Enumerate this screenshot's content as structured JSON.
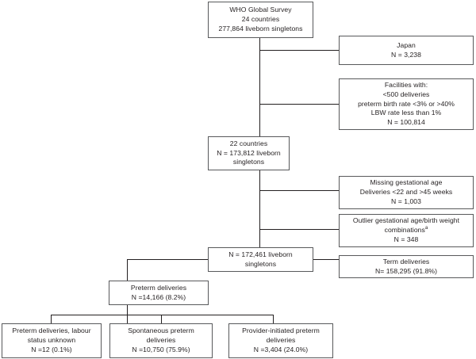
{
  "diagram": {
    "type": "study-flow-diagram",
    "title": "WHO Global Survey participant flow",
    "line_color": "#231f20",
    "box_border_color": "#58595b",
    "background": "#ffffff",
    "nodes": [
      {
        "id": "who-global-survey",
        "name": "who-global-survey-box",
        "lines": [
          "WHO Global Survey",
          "24 countries",
          "277,864 liveborn singletons"
        ]
      },
      {
        "id": "japan-excluded",
        "name": "japan-exclusion-box",
        "lines": [
          "Japan",
          "N = 3,238"
        ]
      },
      {
        "id": "facilities-excluded",
        "name": "facilities-exclusion-box",
        "lines": [
          "Facilities with:",
          "<500 deliveries",
          "preterm birth rate <3% or >40%",
          "LBW rate less than 1%",
          "N = 100,814"
        ]
      },
      {
        "id": "countries-22",
        "name": "twenty-two-countries-box",
        "lines": [
          "22 countries",
          "N = 173,812 liveborn",
          "singletons"
        ]
      },
      {
        "id": "missing-gestational-age",
        "name": "missing-gestational-age-exclusion-box",
        "lines": [
          "Missing gestational age",
          "Deliveries <22 and >45 weeks",
          "N = 1,003"
        ]
      },
      {
        "id": "outlier-combinations",
        "name": "outlier-combinations-exclusion-box",
        "lines": [
          "Outlier gestational age/birth weight",
          "combinations",
          "N = 348"
        ],
        "footnote_marker": "a"
      },
      {
        "id": "analysis-population",
        "name": "analysis-population-box",
        "lines": [
          "N = 172,461 liveborn",
          "singletons"
        ]
      },
      {
        "id": "term-deliveries",
        "name": "term-deliveries-box",
        "lines": [
          "Term deliveries",
          "N= 158,295 (91.8%)"
        ]
      },
      {
        "id": "preterm-deliveries",
        "name": "preterm-deliveries-box",
        "lines": [
          "Preterm deliveries",
          "N =14,166  (8.2%)"
        ]
      },
      {
        "id": "labour-status-unknown",
        "name": "labour-status-unknown-box",
        "lines": [
          "Preterm deliveries, labour",
          "status unknown",
          "N =12 (0.1%)"
        ]
      },
      {
        "id": "spontaneous-preterm",
        "name": "spontaneous-preterm-box",
        "lines": [
          "Spontaneous preterm",
          "deliveries",
          "N =10,750 (75.9%)"
        ]
      },
      {
        "id": "provider-initiated-preterm",
        "name": "provider-initiated-preterm-box",
        "lines": [
          "Provider-initiated preterm",
          "deliveries",
          "N =3,404 (24.0%)"
        ]
      }
    ]
  }
}
